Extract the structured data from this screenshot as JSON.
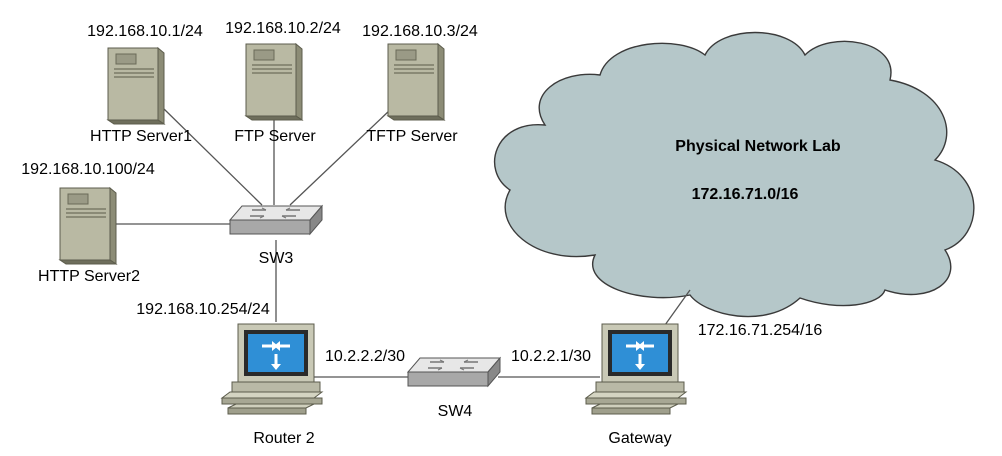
{
  "colors": {
    "server_body": "#b9b9a3",
    "server_dark": "#7f7f6a",
    "switch_top": "#e7e7e7",
    "switch_side": "#9a9a9a",
    "router_case": "#c9c9b6",
    "router_screen": "#2f8fd6",
    "cloud_fill": "#b5c7c9",
    "cloud_stroke": "#3a3a3a",
    "link": "#555555"
  },
  "cloud": {
    "title": "Physical Network Lab",
    "subnet": "172.16.71.0/16"
  },
  "servers": [
    {
      "id": "http1",
      "name": "HTTP Server1",
      "ip": "192.168.10.1/24",
      "icon": "server-tower-icon"
    },
    {
      "id": "ftp",
      "name": "FTP Server",
      "ip": "192.168.10.2/24",
      "icon": "server-tower-icon"
    },
    {
      "id": "tftp",
      "name": "TFTP Server",
      "ip": "192.168.10.3/24",
      "icon": "server-tower-icon"
    },
    {
      "id": "http2",
      "name": "HTTP Server2",
      "ip": "192.168.10.100/24",
      "icon": "server-tower-icon"
    }
  ],
  "switches": [
    {
      "id": "sw3",
      "name": "SW3",
      "icon": "switch-icon"
    },
    {
      "id": "sw4",
      "name": "SW4",
      "icon": "switch-icon"
    }
  ],
  "routers": [
    {
      "id": "router2",
      "name": "Router 2",
      "icon": "router-workstation-icon"
    },
    {
      "id": "gateway",
      "name": "Gateway",
      "icon": "router-workstation-icon"
    }
  ],
  "interfaces": {
    "sw3_router2": "192.168.10.254/24",
    "router2_sw4": "10.2.2.2/30",
    "sw4_gateway": "10.2.2.1/30",
    "gateway_cloud": "172.16.71.254/16"
  }
}
